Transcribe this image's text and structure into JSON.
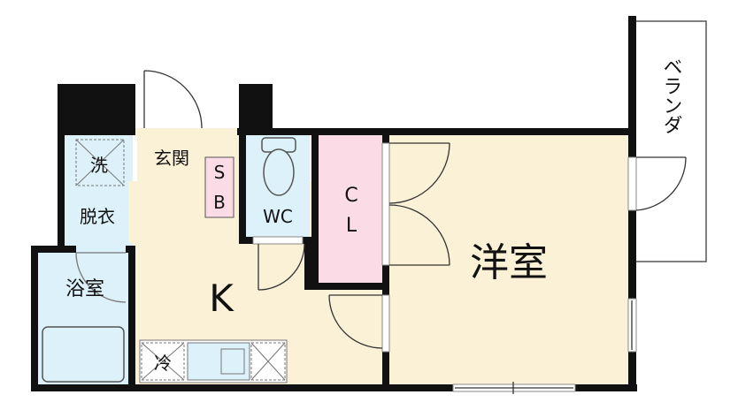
{
  "rooms": {
    "western_room": "洋室",
    "kitchen": "K",
    "closet_c": "C",
    "closet_l": "L",
    "toilet": "WC",
    "shoe_box_s": "S",
    "shoe_box_b": "B",
    "entrance": "玄関",
    "bathroom": "浴室",
    "washer": "洗",
    "dressing": "脱衣",
    "fridge": "冷",
    "veranda": "ベランダ"
  },
  "colors": {
    "western_room": "#fbf1d6",
    "kitchen": "#fbf1d6",
    "wet_area": "#dcf1f9",
    "closet": "#fbdbe6",
    "wall": "#111111"
  }
}
